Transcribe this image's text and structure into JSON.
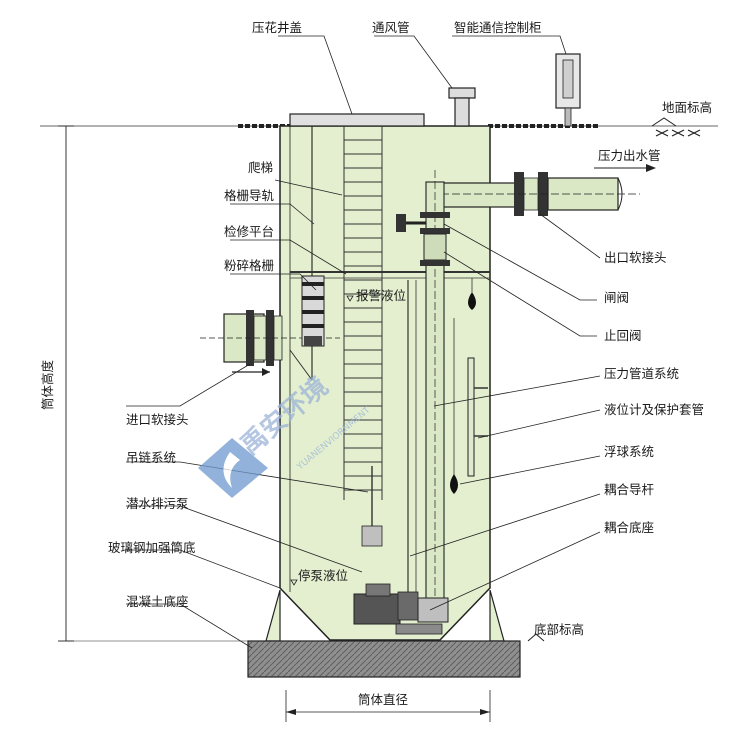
{
  "labels": {
    "manhole_cover": "压花井盖",
    "vent_pipe": "通风管",
    "control_cabinet": "智能通信控制柜",
    "ground_level": "地面标高",
    "pressure_outlet": "压力出水管",
    "ladder": "爬梯",
    "grille_rail": "格栅导轨",
    "service_platform": "检修平台",
    "crushing_grille": "粉碎格栅",
    "alarm_level": "报警液位",
    "outlet_flex_joint": "出口软接头",
    "gate_valve": "闸阀",
    "check_valve": "止回阀",
    "pressure_piping": "压力管道系统",
    "level_gauge": "液位计及保护套管",
    "inlet_flex_joint": "进口软接头",
    "float_system": "浮球系统",
    "hoist_chain": "吊链系统",
    "coupling_rail": "耦合导杆",
    "submersible_pump": "潜水排污泵",
    "coupling_base": "耦合底座",
    "frp_bottom": "玻璃钢加强筒底",
    "stop_level": "停泵液位",
    "concrete_base": "混凝土底座",
    "bottom_level": "底部标高",
    "barrel_height": "筒体高度",
    "barrel_diameter": "筒体直径"
  },
  "watermark": {
    "brand": "禹安环境",
    "sub": "YUANENVIORNMENT"
  },
  "colors": {
    "tank_fill": "#e3efcf",
    "outline": "#222222",
    "pipe_fill": "#dbe8c6",
    "base_fill": "#8a8a8a"
  }
}
